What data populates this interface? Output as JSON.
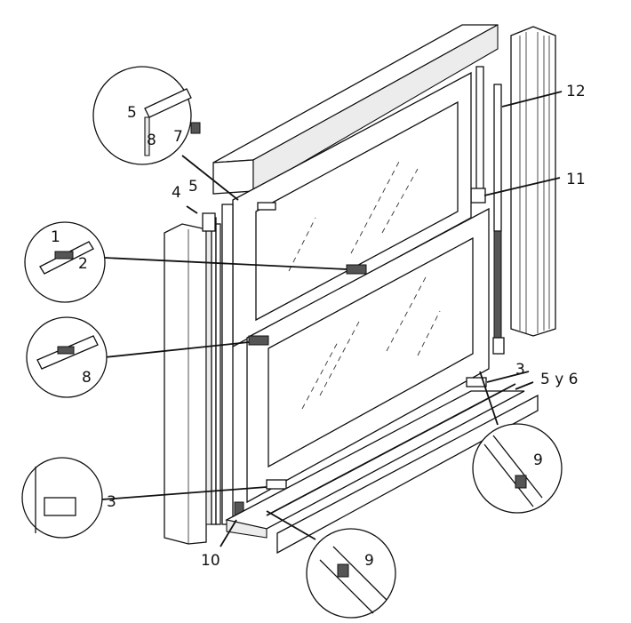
{
  "diagram": {
    "title": "Sash window exploded assembly",
    "labels": {
      "detail_top_5": "5",
      "detail_top_8": "8",
      "detail_top_7": "7",
      "label_4": "4",
      "label_5": "5",
      "detail_1": "1",
      "detail_2": "2",
      "detail_8": "8",
      "detail_3_left": "3",
      "label_10": "10",
      "detail_9_bottom": "9",
      "detail_9_right": "9",
      "label_3_right": "3",
      "label_5y6": "5 y 6",
      "label_11": "11",
      "label_12": "12"
    }
  }
}
